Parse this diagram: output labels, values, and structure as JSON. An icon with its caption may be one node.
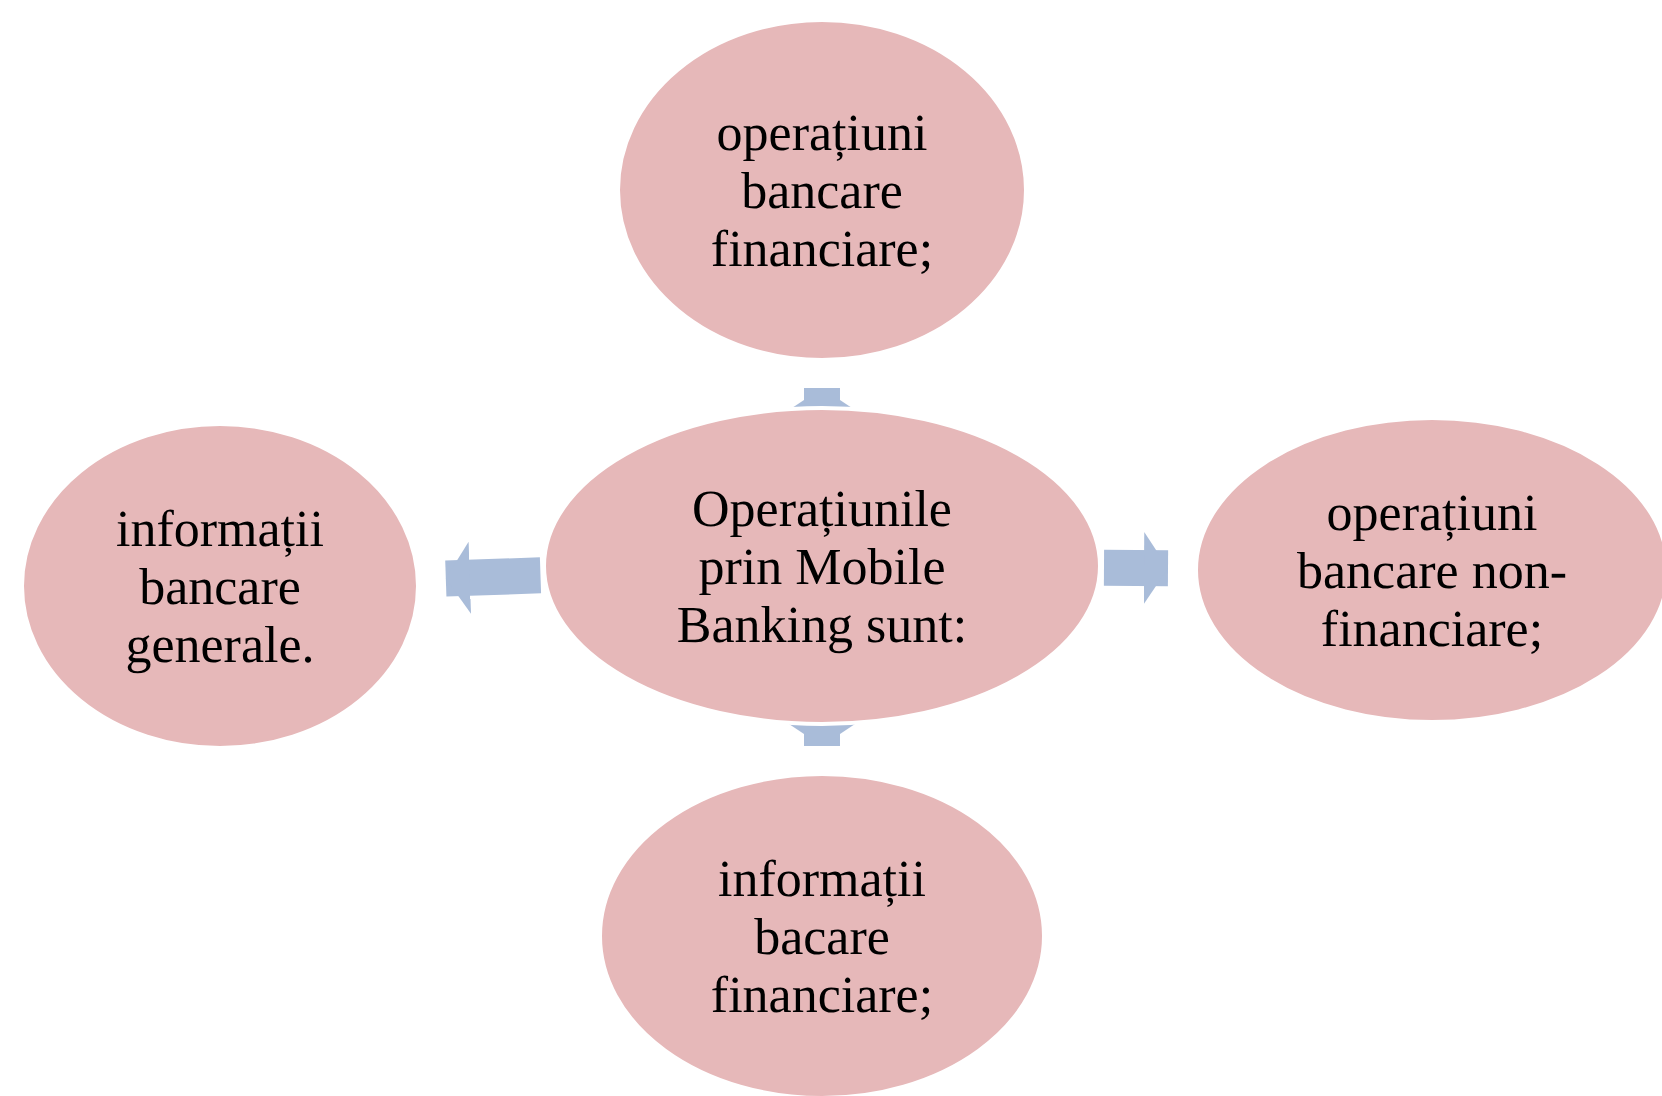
{
  "diagram": {
    "nodes": [
      {
        "text": [
          "operațiuni bancare financiare;"
        ]
      },
      {
        "text": [
          "informații bancare generale."
        ]
      },
      {
        "text": [
          "Operațiunile prin Mobile Banking sunt:"
        ]
      },
      {
        "text": [
          "operațiuni bancare non-financiare;"
        ]
      },
      {
        "text": [
          "informații bacare financiare;"
        ]
      }
    ],
    "edges": [
      {
        "from": 2,
        "to": 0,
        "arrow": "to"
      },
      {
        "from": 2,
        "to": 3,
        "arrow": "to"
      },
      {
        "from": 2,
        "to": 1,
        "arrow": "to"
      },
      {
        "from": 2,
        "to": 4,
        "arrow": "to"
      }
    ]
  }
}
